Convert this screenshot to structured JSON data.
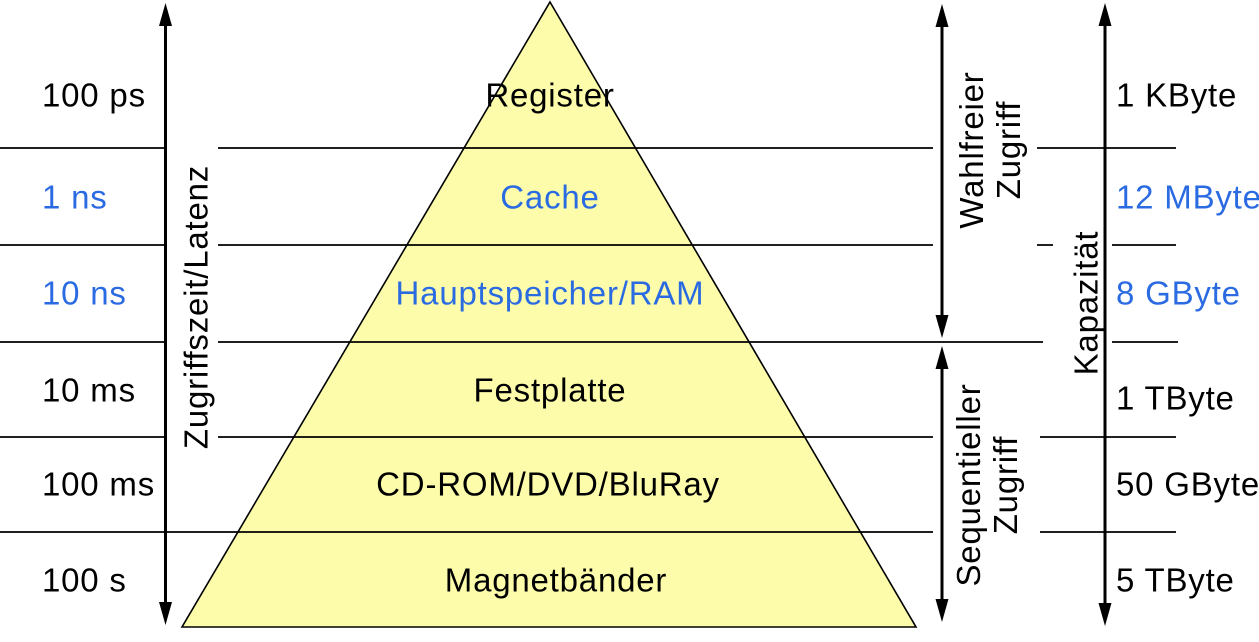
{
  "colors": {
    "ink": "#000000",
    "highlight": "#2b6be2",
    "pyramid_fill": "#fcfcaa"
  },
  "left_axis": {
    "label": "Zugriffszeit/Latenz"
  },
  "right_axis": {
    "label": "Kapazität"
  },
  "access_arrows": {
    "random": {
      "line1": "Wahlfreier",
      "line2": "Zugriff"
    },
    "sequential": {
      "line1": "Sequentieller",
      "line2": "Zugriff"
    }
  },
  "layers": [
    {
      "name": "Register",
      "access_time": "100 ps",
      "capacity": "1 KByte",
      "highlight": false
    },
    {
      "name": "Cache",
      "access_time": "1 ns",
      "capacity": "12 MByte",
      "highlight": true
    },
    {
      "name": "Hauptspeicher/RAM",
      "access_time": "10 ns",
      "capacity": "8 GByte",
      "highlight": true
    },
    {
      "name": "Festplatte",
      "access_time": "10 ms",
      "capacity": "1 TByte",
      "highlight": false
    },
    {
      "name": "CD-ROM/DVD/BluRay",
      "access_time": "100 ms",
      "capacity": "50 GByte",
      "highlight": false
    },
    {
      "name": "Magnetbänder",
      "access_time": "100 s",
      "capacity": "5 TByte",
      "highlight": false
    }
  ]
}
